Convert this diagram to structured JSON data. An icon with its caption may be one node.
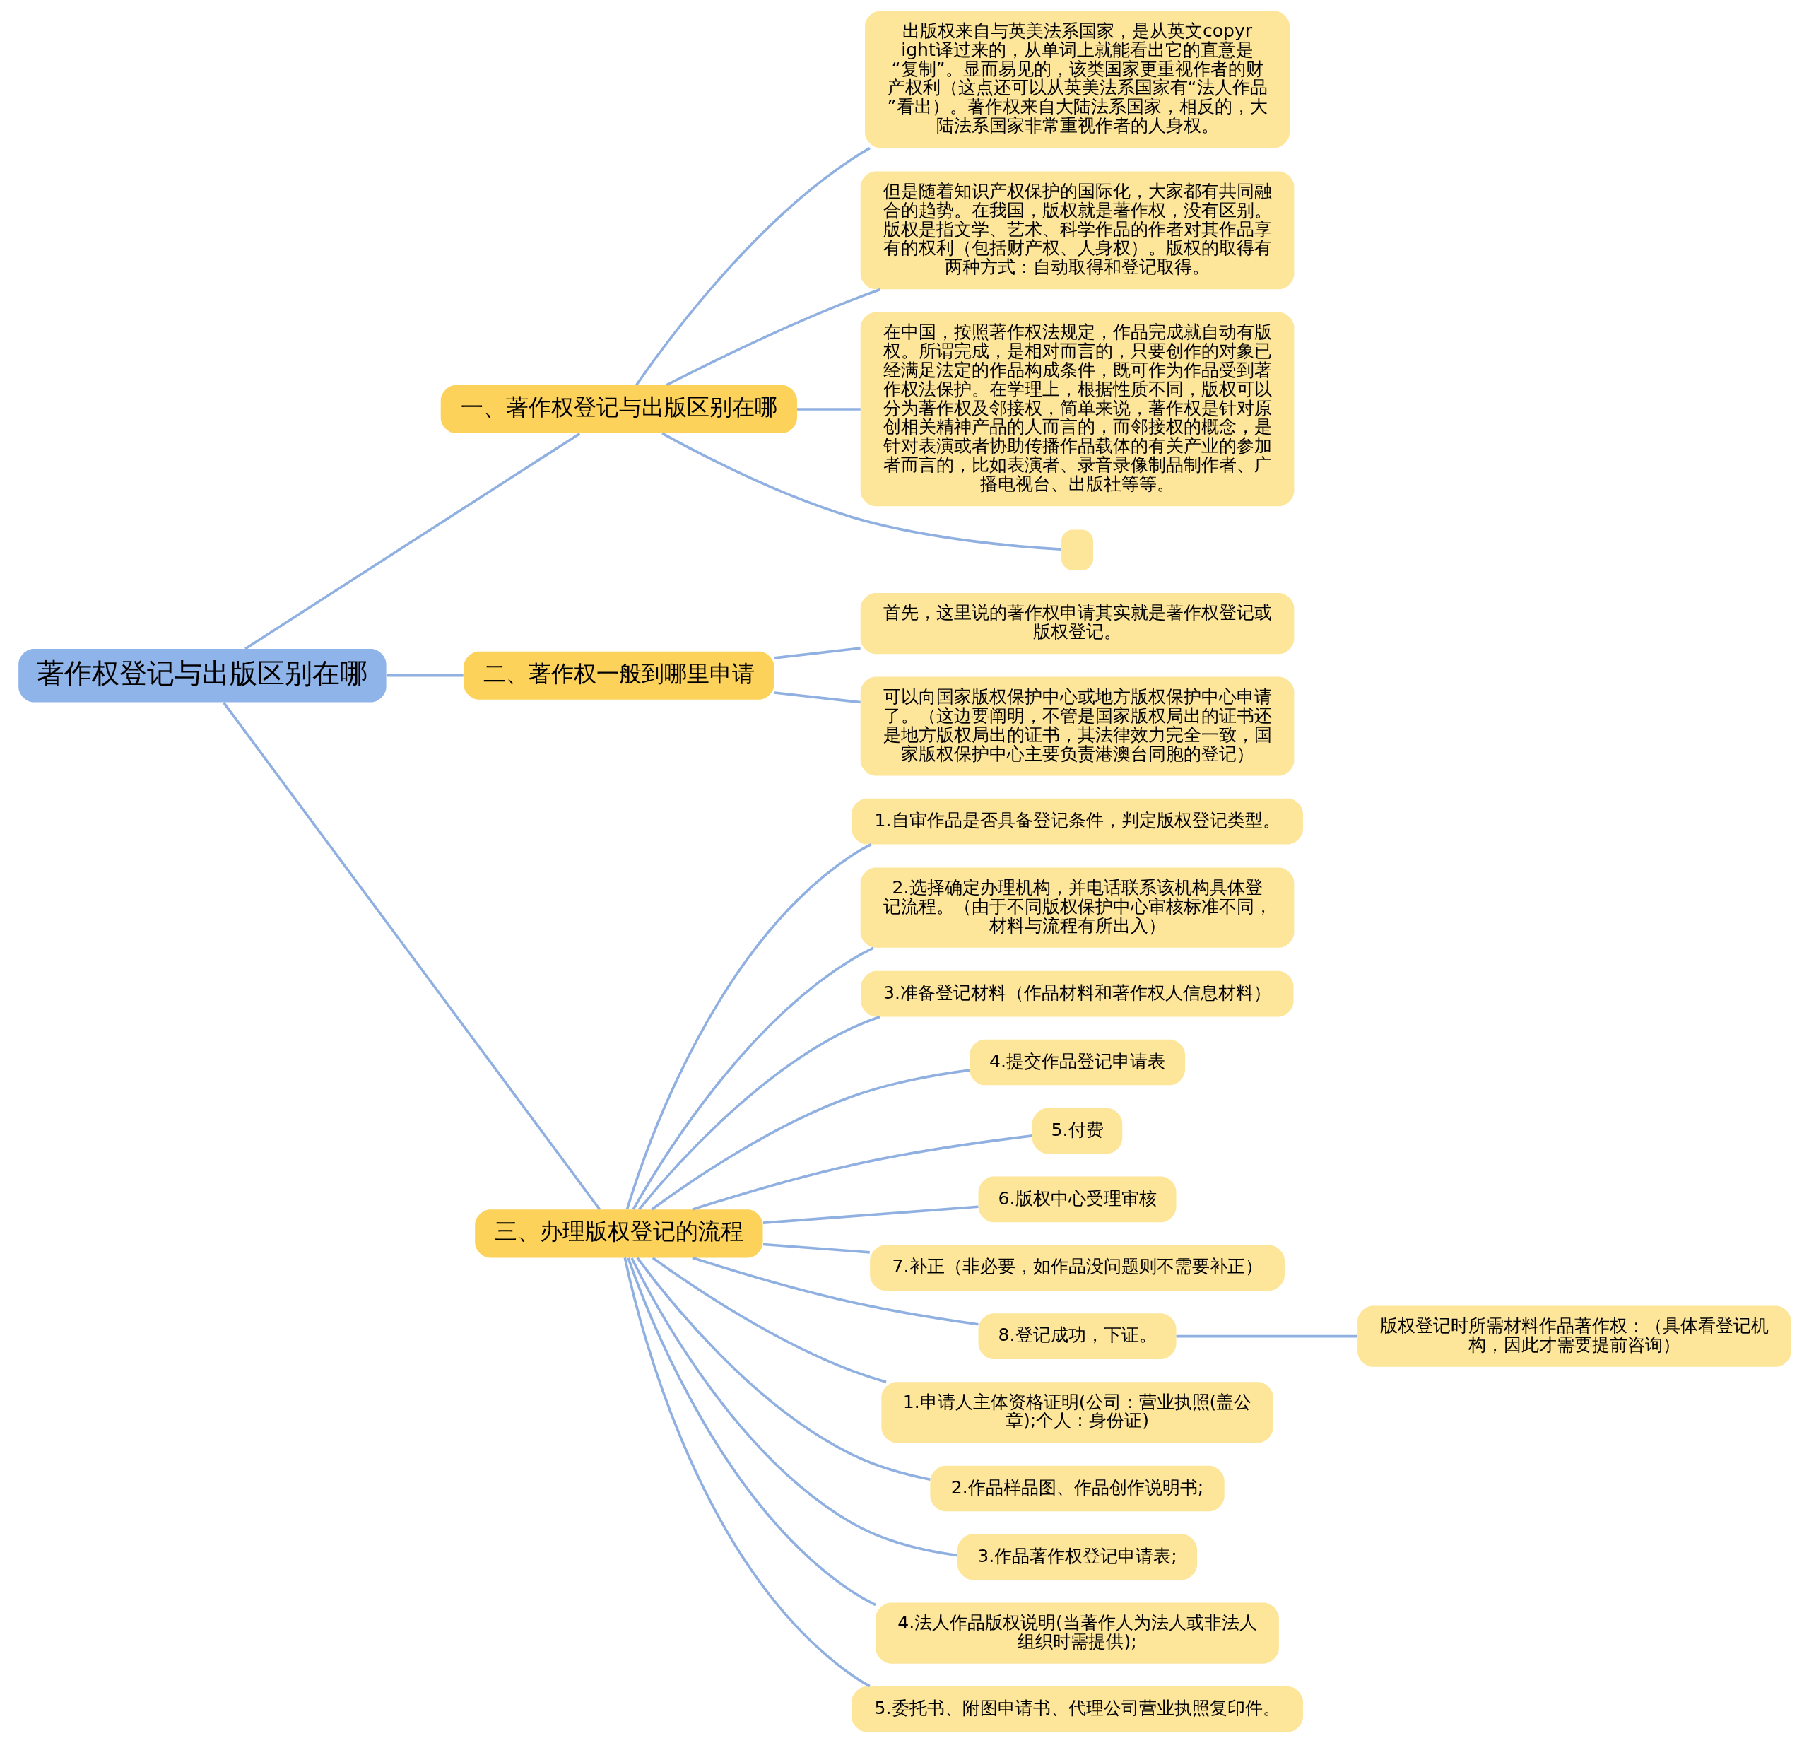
{
  "diagram": {
    "nodes": [
      {
        "text": [
          "著作权登记与出版区别在哪"
        ]
      },
      {
        "text": [
          "一、著作权登记与出版区别在哪"
        ]
      },
      {
        "text": [
          "出版权来自与英美法系国家，是从英文copyright译过来的，从单词上就能看出它的直意是“复制”。显而易见的，该类国家更重视作者的财产权利（这点还可以从英美法系国家有“法人作品”看出）。著作权来自大陆法系国家，相反的，大陆法系国家非常重视作者的人身权。"
        ]
      },
      {
        "text": [
          "但是随着知识产权保护的国际化，大家都有共同融合的趋势。在我国，版权就是著作权，没有区别。版权是指文学、艺术、科学作品的作者对其作品享有的权利（包括财产权、人身权）。版权的取得有两种方式：自动取得和登记取得。"
        ]
      },
      {
        "text": [
          "在中国，按照著作权法规定，作品完成就自动有版权。所谓完成，是相对而言的，只要创作的对象已经满足法定的作品构成条件，既可作为作品受到著作权法保护。在学理上，根据性质不同，版权可以分为著作权及邻接权，简单来说，著作权是针对原创相关精神产品的人而言的，而邻接权的概念，是针对表演或者协助传播作品载体的有关产业的参加者而言的，比如表演者、录音录像制品制作者、广播电视台、出版社等等。"
        ]
      },
      {
        "text": [],
        "shape": "box"
      },
      {
        "text": [
          "二、著作权一般到哪里申请"
        ]
      },
      {
        "text": [
          "首先，这里说的著作权申请其实就是著作权登记或版权登记。"
        ]
      },
      {
        "text": [
          "可以向国家版权保护中心或地方版权保护中心申请了。（这边要阐明，不管是国家版权局出的证书还是地方版权局出的证书，其法律效力完全一致，国家版权保护中心主要负责港澳台同胞的登记）"
        ]
      },
      {
        "text": [
          "三、办理版权登记的流程"
        ]
      },
      {
        "text": [
          "1.自审作品是否具备登记条件，判定版权登记类型。"
        ]
      },
      {
        "text": [
          "2.选择确定办理机构，并电话联系该机构具体登记流程。（由于不同版权保护中心审核标准不同，材料与流程有所出入）"
        ]
      },
      {
        "text": [
          "3.准备登记材料（作品材料和著作权人信息材料）"
        ]
      },
      {
        "text": [
          "4.提交作品登记申请表"
        ]
      },
      {
        "text": [
          "5.付费"
        ]
      },
      {
        "text": [
          "6.版权中心受理审核"
        ]
      },
      {
        "text": [
          "7.补正（非必要，如作品没问题则不需要补正）"
        ]
      },
      {
        "text": [
          "8.登记成功，下证。"
        ]
      },
      {
        "text": [
          "版权登记时所需材料作品著作权：（具体看登记机构，因此才需要提前咨询）"
        ]
      },
      {
        "text": [
          "1.申请人主体资格证明(公司：营业执照(盖公章);个人：身份证)"
        ]
      },
      {
        "text": [
          "2.作品样品图、作品创作说明书;"
        ]
      },
      {
        "text": [
          "3.作品著作权登记申请表;"
        ]
      },
      {
        "text": [
          "4.法人作品版权说明(当著作人为法人或非法人组织时需提供);"
        ]
      },
      {
        "text": [
          "5.委托书、附图申请书、代理公司营业执照复印件。"
        ]
      }
    ],
    "edges": [
      {
        "from": 0,
        "to": 1,
        "arrow": "none"
      },
      {
        "from": 1,
        "to": 2,
        "arrow": "none"
      },
      {
        "from": 1,
        "to": 3,
        "arrow": "none"
      },
      {
        "from": 1,
        "to": 4,
        "arrow": "none"
      },
      {
        "from": 1,
        "to": 5,
        "arrow": "none"
      },
      {
        "from": 0,
        "to": 6,
        "arrow": "none"
      },
      {
        "from": 6,
        "to": 7,
        "arrow": "none"
      },
      {
        "from": 6,
        "to": 8,
        "arrow": "none"
      },
      {
        "from": 0,
        "to": 9,
        "arrow": "none"
      },
      {
        "from": 9,
        "to": 10,
        "arrow": "none"
      },
      {
        "from": 9,
        "to": 11,
        "arrow": "none"
      },
      {
        "from": 9,
        "to": 12,
        "arrow": "none"
      },
      {
        "from": 9,
        "to": 13,
        "arrow": "none"
      },
      {
        "from": 9,
        "to": 14,
        "arrow": "none"
      },
      {
        "from": 9,
        "to": 15,
        "arrow": "none"
      },
      {
        "from": 9,
        "to": 16,
        "arrow": "none"
      },
      {
        "from": 9,
        "to": 17,
        "arrow": "none"
      },
      {
        "from": 17,
        "to": 18,
        "arrow": "none"
      },
      {
        "from": 9,
        "to": 19,
        "arrow": "none"
      },
      {
        "from": 9,
        "to": 20,
        "arrow": "none"
      },
      {
        "from": 9,
        "to": 21,
        "arrow": "none"
      },
      {
        "from": 9,
        "to": 22,
        "arrow": "none"
      },
      {
        "from": 9,
        "to": 23,
        "arrow": "none"
      }
    ]
  }
}
